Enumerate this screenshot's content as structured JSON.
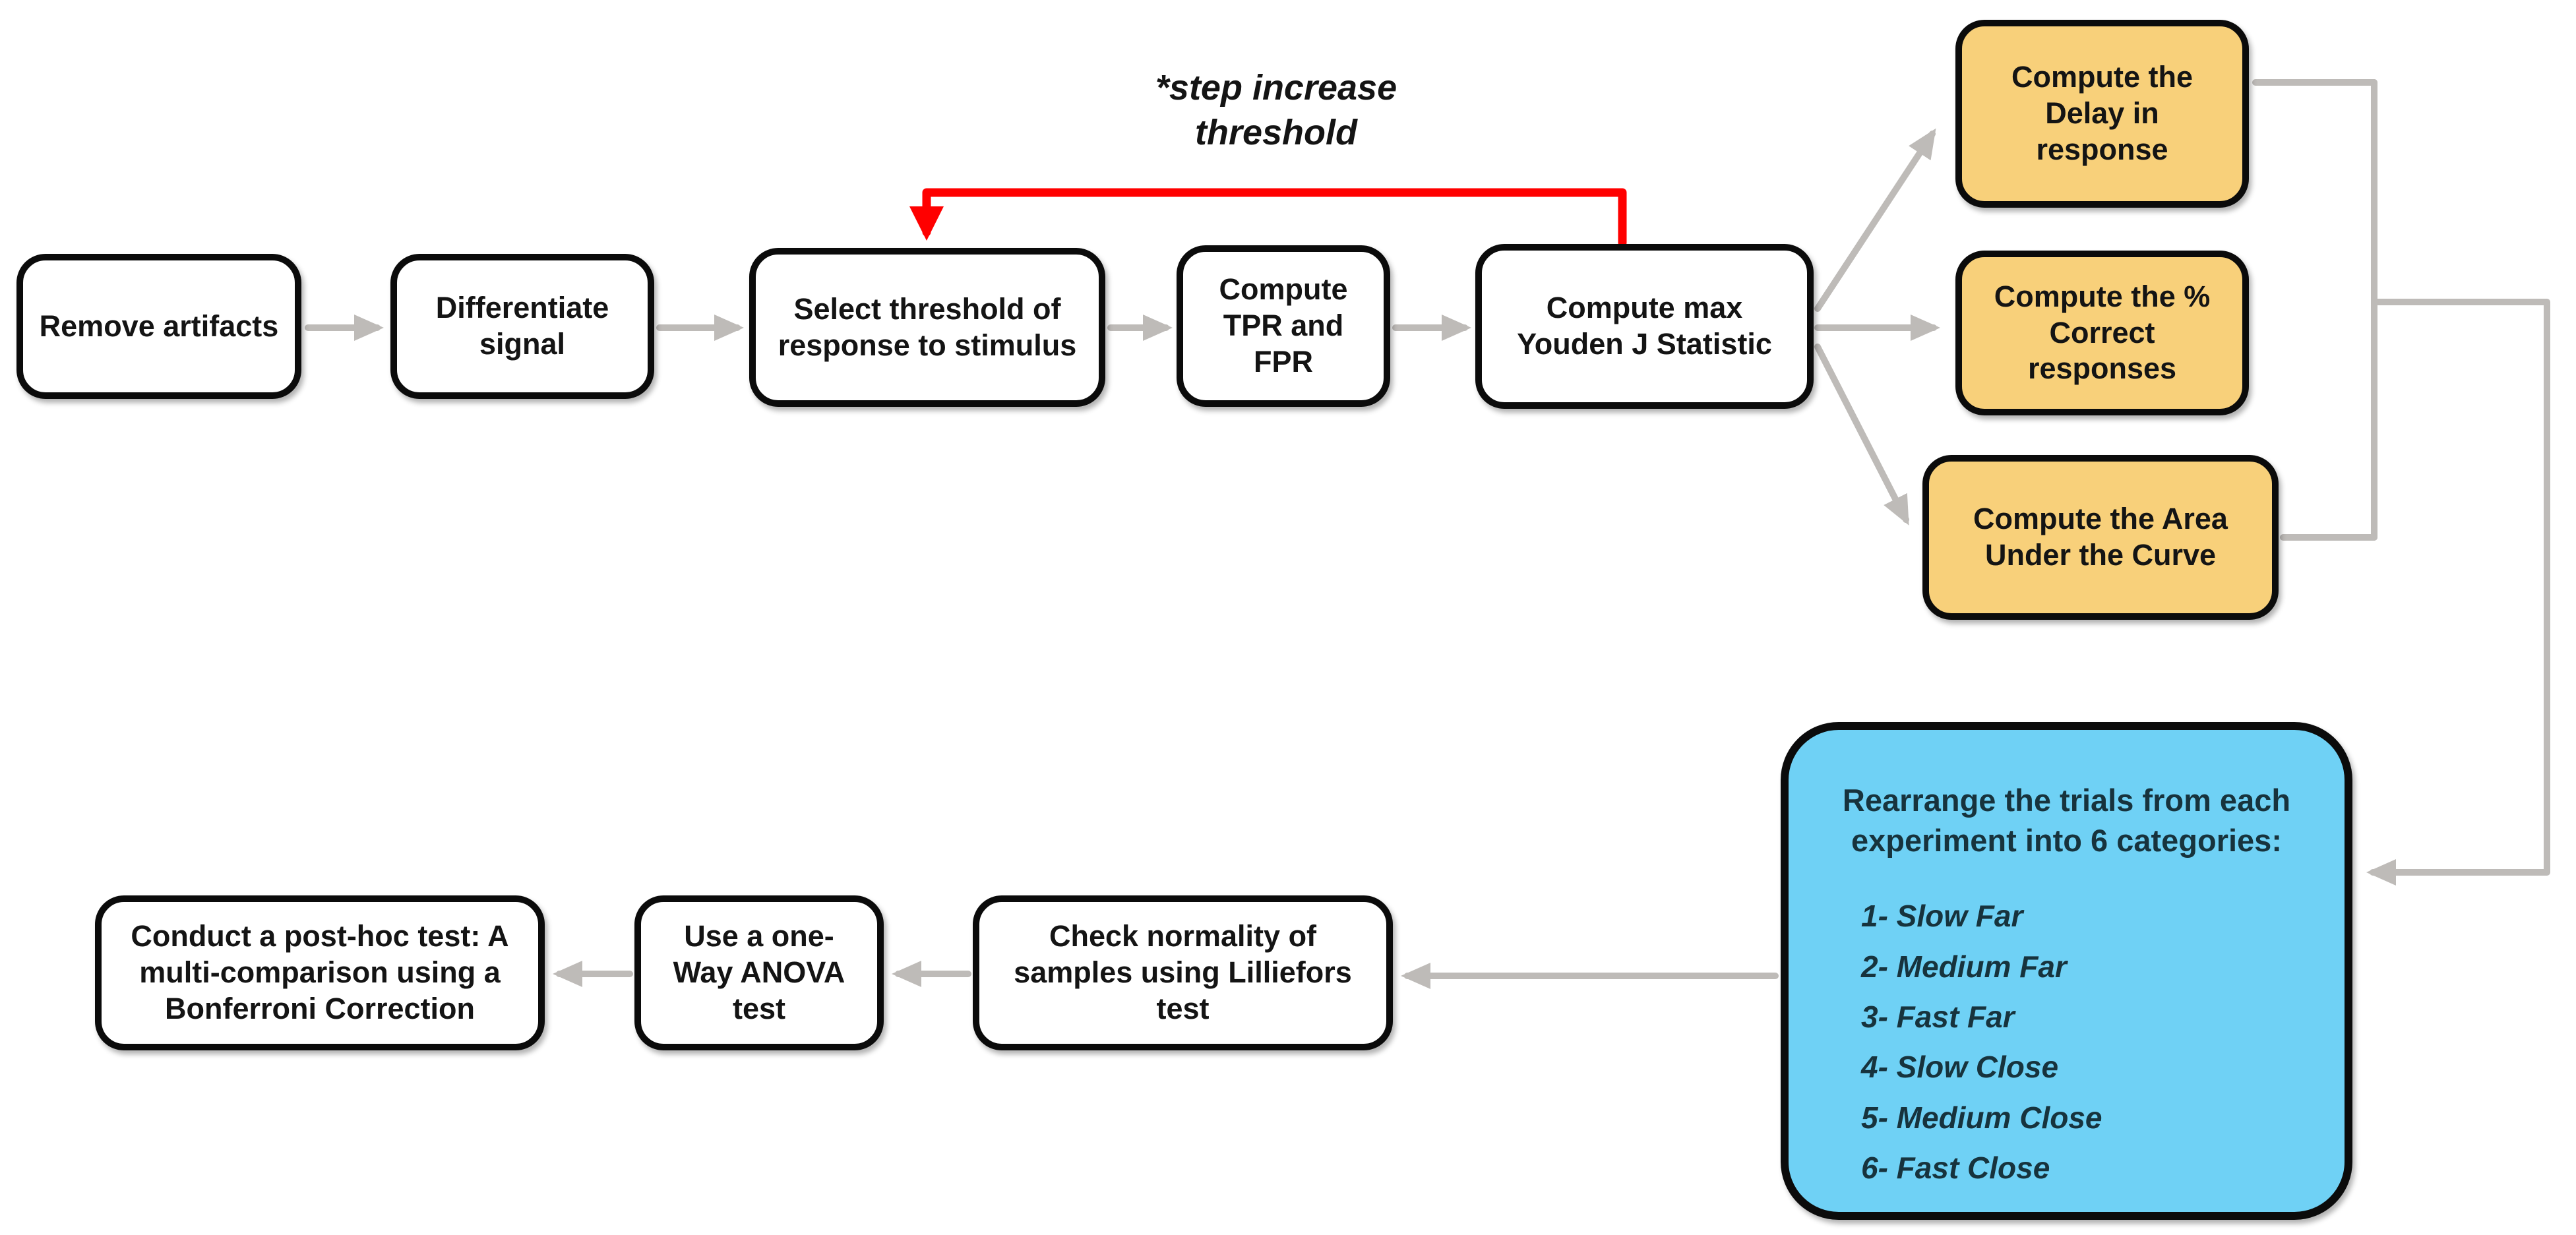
{
  "boxes": {
    "remove_artifacts": {
      "label": "Remove artifacts"
    },
    "differentiate_signal": {
      "label": "Differentiate signal"
    },
    "select_threshold": {
      "label": "Select threshold of response to stimulus"
    },
    "compute_tpr_fpr": {
      "label": "Compute TPR and FPR"
    },
    "youden": {
      "label": "Compute max Youden J Statistic"
    },
    "delay": {
      "label": "Compute the Delay in response"
    },
    "percent_correct": {
      "label": "Compute the % Correct responses"
    },
    "auc": {
      "label": "Compute the Area Under the Curve"
    },
    "rearrange": {
      "header": "Rearrange the trials from each experiment into 6 categories:",
      "items": [
        "1- Slow Far",
        "2- Medium Far",
        "3- Fast Far",
        "4- Slow Close",
        "5- Medium Close",
        "6- Fast Close"
      ]
    },
    "lilliefors": {
      "label": "Check normality of samples using Lilliefors test"
    },
    "anova": {
      "label": "Use a one-Way ANOVA test"
    },
    "posthoc": {
      "label": "Conduct a post-hoc test: A multi-comparison using a Bonferroni Correction"
    }
  },
  "annotation": {
    "step_label": "*step increase threshold"
  },
  "colors": {
    "orange_box": "#F8D07A",
    "blue_box": "#6FD1F5",
    "arrow_gray": "#BEBBB8",
    "feedback_red": "#FF0000",
    "box_border": "#0b0b0b"
  }
}
